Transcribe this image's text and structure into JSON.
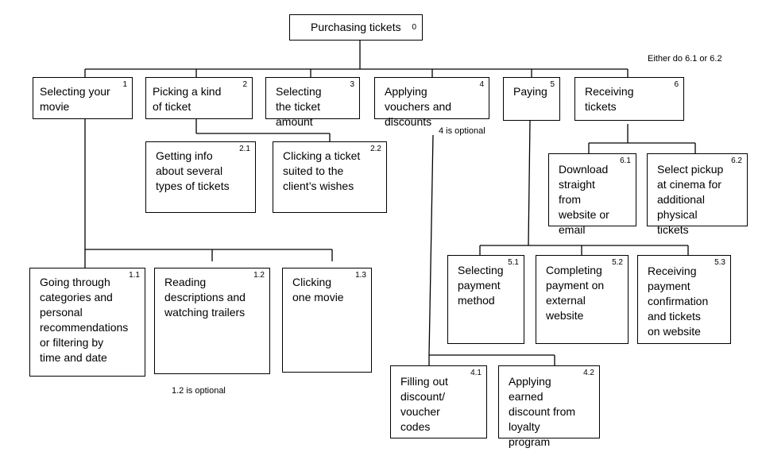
{
  "title": "",
  "nodes": [
    {
      "id": "0",
      "num": "0",
      "label": "Purchasing tickets"
    },
    {
      "id": "1",
      "num": "1",
      "label": "Selecting your movie"
    },
    {
      "id": "2",
      "num": "2",
      "label": "Picking a kind of ticket"
    },
    {
      "id": "3",
      "num": "3",
      "label": "Selecting the ticket amount"
    },
    {
      "id": "4",
      "num": "4",
      "label": "Applying vouchers and discounts"
    },
    {
      "id": "5",
      "num": "5",
      "label": "Paying"
    },
    {
      "id": "6",
      "num": "6",
      "label": "Receiving tickets"
    },
    {
      "id": "2.1",
      "num": "2.1",
      "label": "Getting info about several types of tickets"
    },
    {
      "id": "2.2",
      "num": "2.2",
      "label": "Clicking a ticket suited to the client’s wishes"
    },
    {
      "id": "6.1",
      "num": "6.1",
      "label": "Download straight from website or email"
    },
    {
      "id": "6.2",
      "num": "6.2",
      "label": "Select pickup at cinema for additional physical tickets"
    },
    {
      "id": "1.1",
      "num": "1.1",
      "label": "Going through categories and personal recommendations or filtering by time and date"
    },
    {
      "id": "1.2",
      "num": "1.2",
      "label": "Reading descriptions and watching trailers"
    },
    {
      "id": "1.3",
      "num": "1.3",
      "label": "Clicking one movie"
    },
    {
      "id": "5.1",
      "num": "5.1",
      "label": "Selecting payment method"
    },
    {
      "id": "5.2",
      "num": "5.2",
      "label": "Completing payment on external website"
    },
    {
      "id": "5.3",
      "num": "5.3",
      "label": "Receiving payment confirmation and tickets on website"
    },
    {
      "id": "4.1",
      "num": "4.1",
      "label": "Filling out discount/ voucher codes"
    },
    {
      "id": "4.2",
      "num": "4.2",
      "label": "Applying earned discount from loyalty program"
    }
  ],
  "notes": {
    "either": "Either do 6.1 or 6.2",
    "opt4": "4 is optional",
    "opt12": "1.2 is optional"
  }
}
